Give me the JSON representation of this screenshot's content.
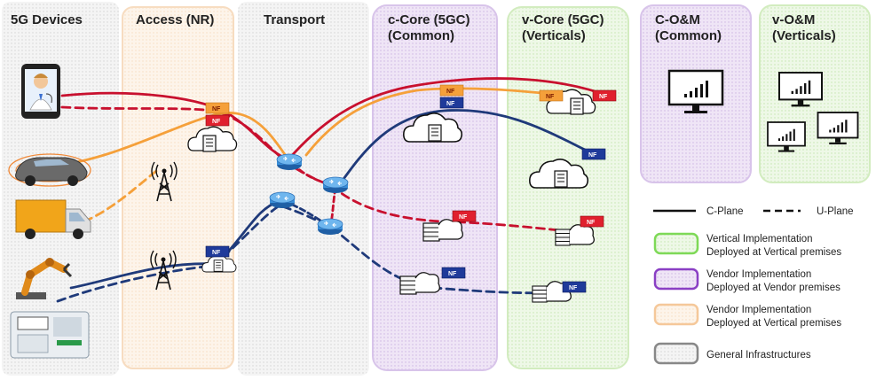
{
  "columns": [
    {
      "id": "devices",
      "label": "5G Devices"
    },
    {
      "id": "access",
      "label": "Access (NR)"
    },
    {
      "id": "transport",
      "label": "Transport"
    },
    {
      "id": "c-core",
      "line1": "c-Core (5GC)",
      "line2": "(Common)"
    },
    {
      "id": "v-core",
      "line1": "v-Core (5GC)",
      "line2": "(Verticals)"
    },
    {
      "id": "c-oam",
      "line1": "C-O&M",
      "line2": "(Common)"
    },
    {
      "id": "v-oam",
      "line1": "v-O&M",
      "line2": "(Verticals)"
    }
  ],
  "nf_tag": "NF",
  "legend": {
    "c_plane": "C-Plane",
    "u_plane": "U-Plane",
    "vertical_impl": {
      "line1": "Vertical Implementation",
      "line2": "Deployed at Vertical premises",
      "color": "#7ed957"
    },
    "vendor_impl": {
      "line1": "Vendor Implementation",
      "line2": "Deployed at Vendor premises",
      "color": "#8a3fc4"
    },
    "vendor_vertical": {
      "line1": "Vendor Implementation",
      "line2": "Deployed at Vertical premises",
      "color": "#f5c89a"
    },
    "general": {
      "line1": "General Infrastructures",
      "color": "#888888"
    }
  },
  "colors": {
    "red": "#c8102e",
    "orange": "#f5a03a",
    "navy": "#1f3a7a",
    "router": "#3a8fd8",
    "access_bg": "#fdf3e7",
    "vendor_bg": "#ece2f4",
    "vertical_bg": "#eaf6e2",
    "general_bg": "#f0f0f0"
  }
}
